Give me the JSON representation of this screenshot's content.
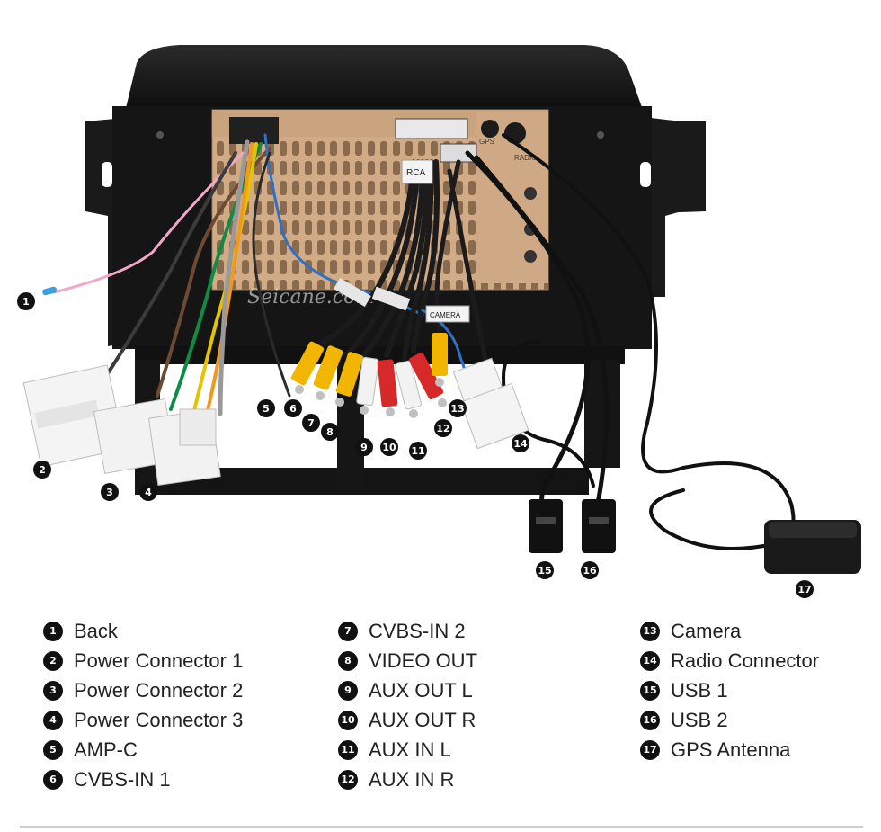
{
  "watermark": "Seicane.com",
  "sticker_labels": {
    "rca": "RCA",
    "camera": "CAMERA",
    "radio": "RADIO",
    "gps": "GPS"
  },
  "callouts": [
    "1",
    "2",
    "3",
    "4",
    "5",
    "6",
    "7",
    "8",
    "9",
    "10",
    "11",
    "12",
    "13",
    "14",
    "15",
    "16",
    "17"
  ],
  "legend": [
    [
      {
        "num": "1",
        "label": "Back"
      },
      {
        "num": "2",
        "label": "Power Connector 1"
      },
      {
        "num": "3",
        "label": "Power Connector 2"
      },
      {
        "num": "4",
        "label": "Power Connector 3"
      },
      {
        "num": "5",
        "label": "AMP-C"
      },
      {
        "num": "6",
        "label": "CVBS-IN 1"
      }
    ],
    [
      {
        "num": "7",
        "label": "CVBS-IN 2"
      },
      {
        "num": "8",
        "label": "VIDEO OUT"
      },
      {
        "num": "9",
        "label": "AUX OUT L"
      },
      {
        "num": "10",
        "label": "AUX OUT R"
      },
      {
        "num": "11",
        "label": "AUX IN L"
      },
      {
        "num": "12",
        "label": "AUX IN R"
      }
    ],
    [
      {
        "num": "13",
        "label": "Camera"
      },
      {
        "num": "14",
        "label": "Radio Connector"
      },
      {
        "num": "15",
        "label": "USB 1"
      },
      {
        "num": "16",
        "label": "USB 2"
      },
      {
        "num": "17",
        "label": "GPS Antenna"
      }
    ]
  ],
  "colors": {
    "frame": "#141414",
    "chassis": "#c9a37e",
    "rca_yellow": "#f2b600",
    "rca_white": "#f2f2f2",
    "rca_red": "#d62a2a",
    "cable_black": "#1b1b1b"
  }
}
